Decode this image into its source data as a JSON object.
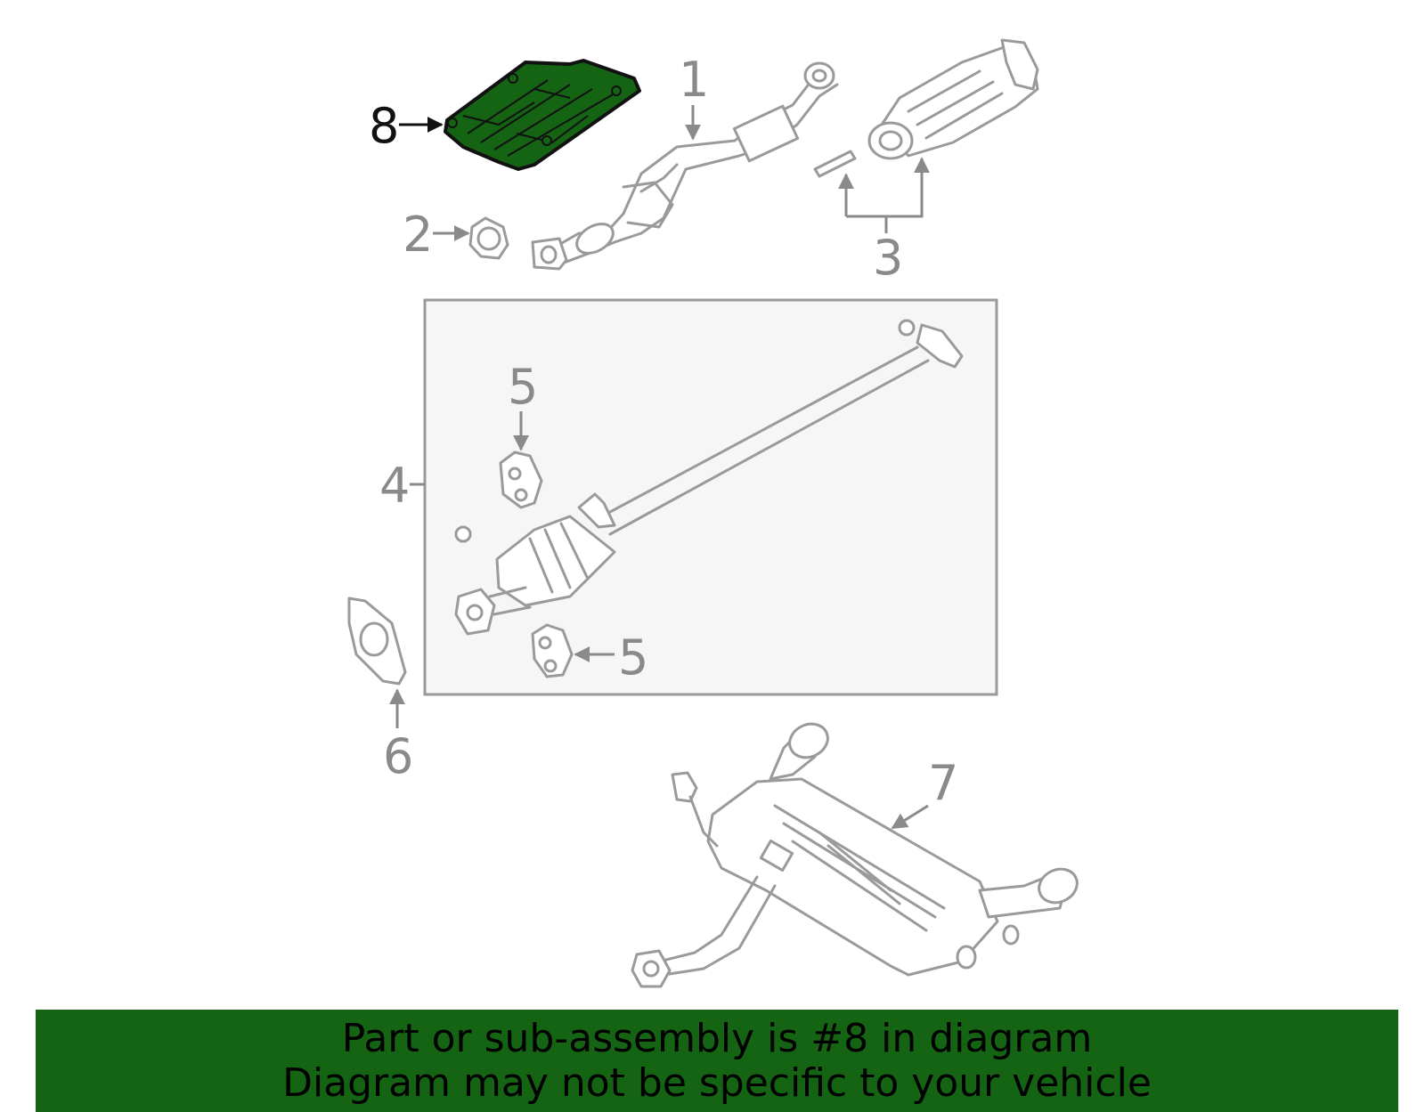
{
  "diagram": {
    "callouts": [
      {
        "id": "8",
        "label": "8",
        "highlighted": true
      },
      {
        "id": "1",
        "label": "1",
        "highlighted": false
      },
      {
        "id": "2",
        "label": "2",
        "highlighted": false
      },
      {
        "id": "3",
        "label": "3",
        "highlighted": false
      },
      {
        "id": "4",
        "label": "4",
        "highlighted": false
      },
      {
        "id": "5a",
        "label": "5",
        "highlighted": false
      },
      {
        "id": "5b",
        "label": "5",
        "highlighted": false
      },
      {
        "id": "6",
        "label": "6",
        "highlighted": false
      },
      {
        "id": "7",
        "label": "7",
        "highlighted": false
      }
    ],
    "highlight_color": "#146414",
    "part_stroke_color": "#9a9a9a",
    "subassembly_box_color": "#f6f6f6"
  },
  "banner": {
    "line1": "Part or sub-assembly is #8 in diagram",
    "line2": "Diagram may not be specific to your vehicle",
    "background": "#146414"
  }
}
